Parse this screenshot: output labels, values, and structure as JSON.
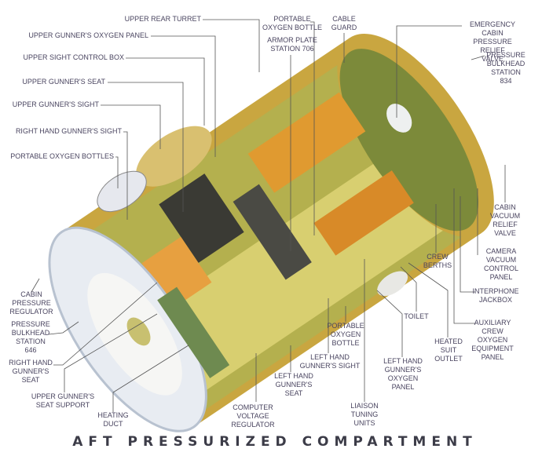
{
  "title": "AFT PRESSURIZED COMPARTMENT",
  "labels": {
    "upper_rear_turret": "UPPER REAR TURRET",
    "upper_gunner_oxygen_panel": "UPPER GUNNER'S OXYGEN PANEL",
    "upper_sight_control_box": "UPPER SIGHT CONTROL BOX",
    "upper_gunner_seat": "UPPER GUNNER'S SEAT",
    "upper_gunner_sight": "UPPER GUNNER'S SIGHT",
    "right_hand_gunner_sight": "RIGHT HAND GUNNER'S SIGHT",
    "portable_oxygen_bottles": "PORTABLE OXYGEN BOTTLES",
    "portable_oxygen_bottle_top": "PORTABLE\nOXYGEN BOTTLE",
    "armor_plate": "ARMOR PLATE\nSTATION 706",
    "cable_guard": "CABLE\nGUARD",
    "emergency_relief_valve": "EMERGENCY CABIN\nPRESSURE RELIEF\nVALVE",
    "pressure_bulkhead_834": "PRESSURE\nBULKHEAD\nSTATION 834",
    "cabin_vacuum_relief_valve": "CABIN\nVACUUM\nRELIEF\nVALVE",
    "camera_vacuum_control_panel": "CAMERA\nVACUUM\nCONTROL\nPANEL",
    "interphone_jackbox": "INTERPHONE\nJACKBOX",
    "auxiliary_crew_oxygen": "AUXILIARY\nCREW\nOXYGEN\nEQUIPMENT\nPANEL",
    "crew_berths": "CREW\nBERTHS",
    "toilet": "TOILET",
    "heated_suit_outlet": "HEATED\nSUIT\nOUTLET",
    "left_hand_gunner_oxygen_panel": "LEFT HAND\nGUNNER'S\nOXYGEN\nPANEL",
    "liaison_tuning_units": "LIAISON\nTUNING\nUNITS",
    "portable_oxygen_bottle_bottom": "PORTABLE\nOXYGEN\nBOTTLE",
    "left_hand_gunner_sight": "LEFT HAND\nGUNNER'S SIGHT",
    "left_hand_gunner_seat": "LEFT HAND\nGUNNER'S\nSEAT",
    "computer_voltage_regulator": "COMPUTER\nVOLTAGE\nREGULATOR",
    "heating_duct": "HEATING\nDUCT",
    "upper_gunner_seat_support": "UPPER GUNNER'S\nSEAT SUPPORT",
    "right_hand_gunner_seat": "RIGHT HAND\nGUNNER'S\nSEAT",
    "pressure_bulkhead_646": "PRESSURE\nBULKHEAD\nSTATION\n646",
    "cabin_pressure_regulator": "CABIN\nPRESSURE\nREGULATOR"
  },
  "colors": {
    "hull": "#c9a640",
    "interior": "#9aa24a",
    "bulkhead_back": "#7c8a3a",
    "bulkhead_front": "#e8ecf2",
    "equipment": "#e09a30",
    "leader": "#555"
  }
}
